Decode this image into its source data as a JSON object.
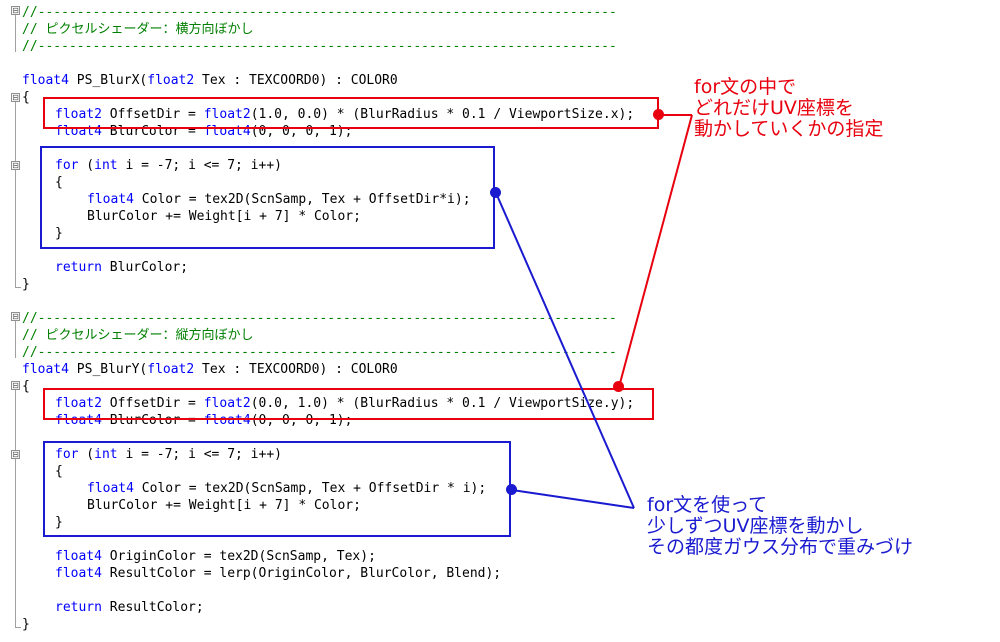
{
  "block1": {
    "comment_top": "//--------------------------------------------------------------------------",
    "comment_title": "// ピクセルシェーダー：横方向ぼかし",
    "comment_bottom": "//--------------------------------------------------------------------------",
    "sig_type": "float4",
    "sig_name": " PS_BlurX(",
    "sig_ptype": "float2",
    "sig_rest": " Tex : TEXCOORD0) : COLOR0",
    "open_brace": "{",
    "l1_type": "float2",
    "l1_mid": " OffsetDir = ",
    "l1_type2": "float2",
    "l1_rest": "(1.0, 0.0) * (BlurRadius * 0.1 / ViewportSize.x);",
    "l2_type": "float4",
    "l2_mid": " BlurColor = ",
    "l2_type2": "float4",
    "l2_rest": "(0, 0, 0, 1);",
    "for_kw": "for",
    "for_mid": " (",
    "for_int": "int",
    "for_rest": " i = -7; i <= 7; i++)",
    "for_open": "{",
    "body1_type": "float4",
    "body1_rest": " Color = tex2D(ScnSamp, Tex + OffsetDir*i);",
    "body2": "BlurColor += Weight[i + 7] * Color;",
    "for_close": "}",
    "ret_kw": "return",
    "ret_rest": " BlurColor;",
    "close_brace": "}"
  },
  "block2": {
    "comment_top": "//--------------------------------------------------------------------------",
    "comment_title": "// ピクセルシェーダー：縦方向ぼかし",
    "comment_bottom": "//--------------------------------------------------------------------------",
    "sig_type": "float4",
    "sig_name": " PS_BlurY(",
    "sig_ptype": "float2",
    "sig_rest": " Tex : TEXCOORD0) : COLOR0",
    "open_brace": "{",
    "l1_type": "float2",
    "l1_mid": " OffsetDir = ",
    "l1_type2": "float2",
    "l1_rest": "(0.0, 1.0) * (BlurRadius * 0.1 / ViewportSize.y);",
    "l2_type": "float4",
    "l2_mid": " BlurColor = ",
    "l2_type2": "float4",
    "l2_rest": "(0, 0, 0, 1);",
    "for_kw": "for",
    "for_mid": " (",
    "for_int": "int",
    "for_rest": " i = -7; i <= 7; i++)",
    "for_open": "{",
    "body1_type": "float4",
    "body1_rest": " Color = tex2D(ScnSamp, Tex + OffsetDir * i);",
    "body2": "BlurColor += Weight[i + 7] * Color;",
    "for_close": "}",
    "orig_type": "float4",
    "orig_rest": " OriginColor = tex2D(ScnSamp, Tex);",
    "res_type": "float4",
    "res_rest": " ResultColor = lerp(OriginColor, BlurColor, Blend);",
    "ret_kw": "return",
    "ret_rest": " ResultColor;",
    "close_brace": "}"
  },
  "annotations": {
    "red_note": "for文の中で\nどれだけUV座標を\n動かしていくかの指定",
    "blue_note": "for文を使って\n少しずつUV座標を動かし\nその都度ガウス分布で重みづけ"
  },
  "fold_glyph": "⊟",
  "colors": {
    "keyword": "#0000ff",
    "comment": "#008000",
    "annotation_red": "#e8000e",
    "annotation_blue": "#1a1ad0"
  }
}
